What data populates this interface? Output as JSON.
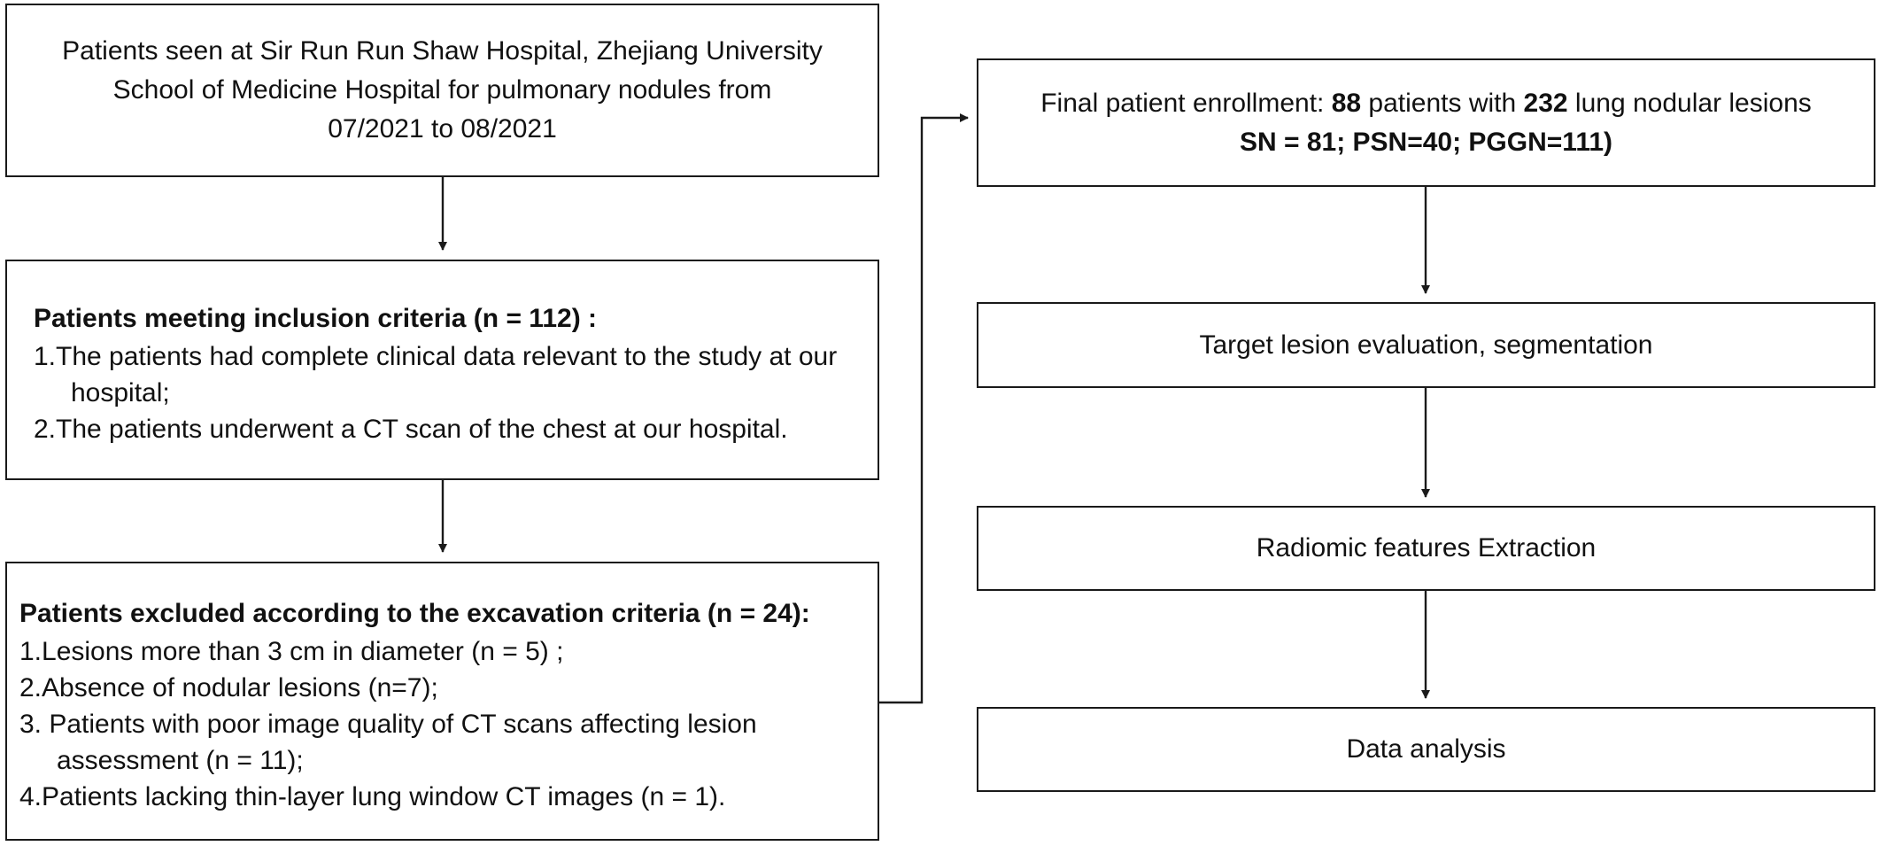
{
  "box_source": {
    "lines": [
      "Patients seen at Sir Run Run Shaw Hospital, Zhejiang University",
      "School of Medicine Hospital for pulmonary nodules from",
      "07/2021 to 08/2021"
    ]
  },
  "box_inclusion": {
    "heading": "Patients meeting inclusion criteria (n = 112) :",
    "items": [
      "1.The patients had complete clinical data relevant to the study at our hospital;",
      "2.The patients underwent a CT scan of the chest at our hospital."
    ]
  },
  "box_exclusion": {
    "heading": "Patients excluded according to the excavation criteria (n = 24):",
    "items": [
      "1.Lesions more than 3 cm in diameter (n = 5) ;",
      "2.Absence of nodular lesions (n=7);",
      "3. Patients with poor image quality of CT scans affecting lesion assessment (n = 11);",
      "4.Patients lacking thin-layer lung window CT images (n = 1)."
    ]
  },
  "box_enrollment": {
    "prefix": "Final patient enrollment: ",
    "patients": "88",
    "middle": " patients with ",
    "lesions": "232",
    "suffix": " lung nodular lesions",
    "line2": "SN = 81; PSN=40; PGGN=111)"
  },
  "box_target": {
    "label": "Target lesion evaluation, segmentation"
  },
  "box_radiomic": {
    "label": "Radiomic features Extraction"
  },
  "box_data": {
    "label": "Data analysis"
  },
  "colors": {
    "line": "#1a1a1a",
    "background": "#ffffff",
    "text": "#111111"
  }
}
